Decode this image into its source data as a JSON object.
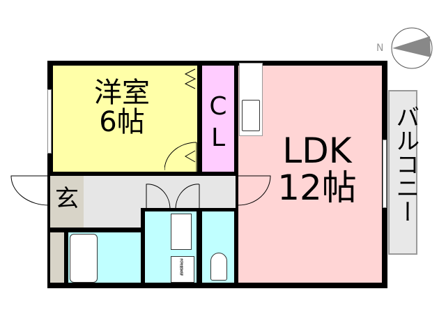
{
  "rooms": {
    "western_room": {
      "name": "洋室",
      "size": "6帖",
      "color": "#ffffa8"
    },
    "closet": {
      "name": "CL",
      "color": "#ffccff"
    },
    "ldk": {
      "name": "LDK",
      "size": "12帖",
      "color": "#ffd5d5"
    },
    "entrance": {
      "name": "玄",
      "color": "#d8d4c8"
    },
    "hall": {
      "color": "#e6e6e6"
    },
    "bath": {
      "color": "#c0ffff"
    },
    "washer_area": {
      "label": "洗濯機置場"
    },
    "balcony": {
      "name": "バルコニー",
      "color": "#e8e8e8"
    }
  },
  "compass": {
    "label": "N"
  }
}
